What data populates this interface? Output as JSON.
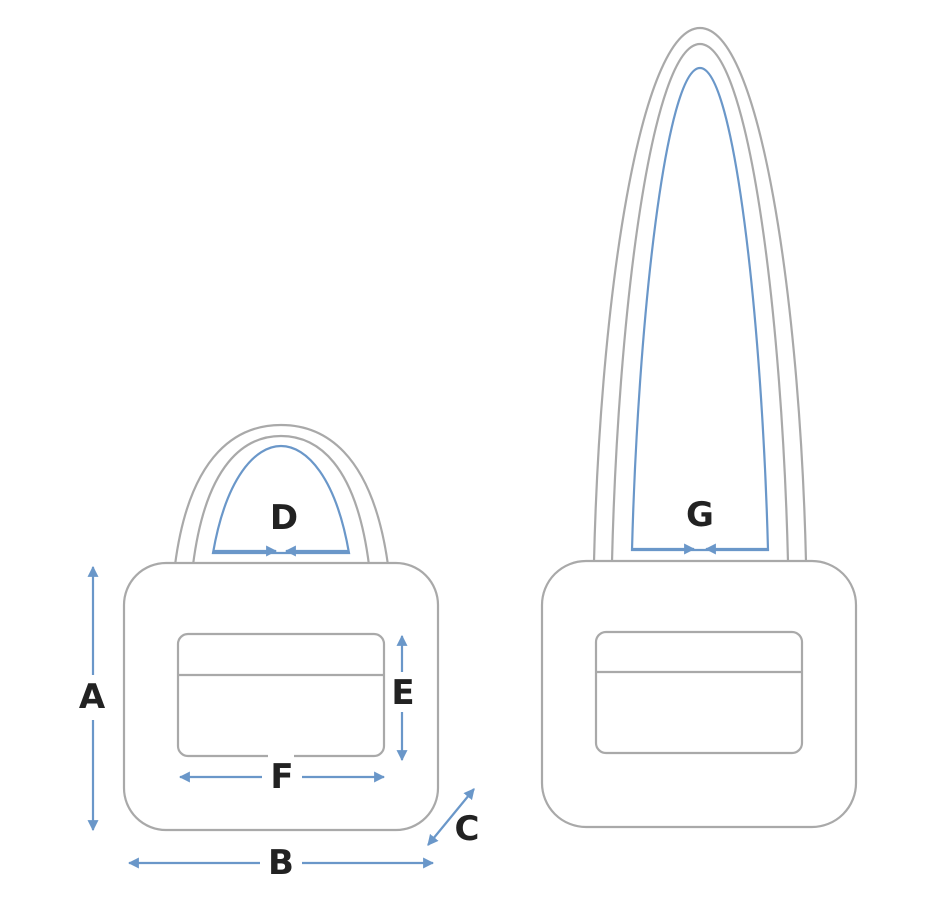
{
  "labels": {
    "a": "A",
    "b": "B",
    "c": "C",
    "d": "D",
    "e": "E",
    "f": "F",
    "g": "G"
  },
  "colors": {
    "outline": "#a9a9a9",
    "dimension": "#6a97c9",
    "text": "#222222"
  }
}
